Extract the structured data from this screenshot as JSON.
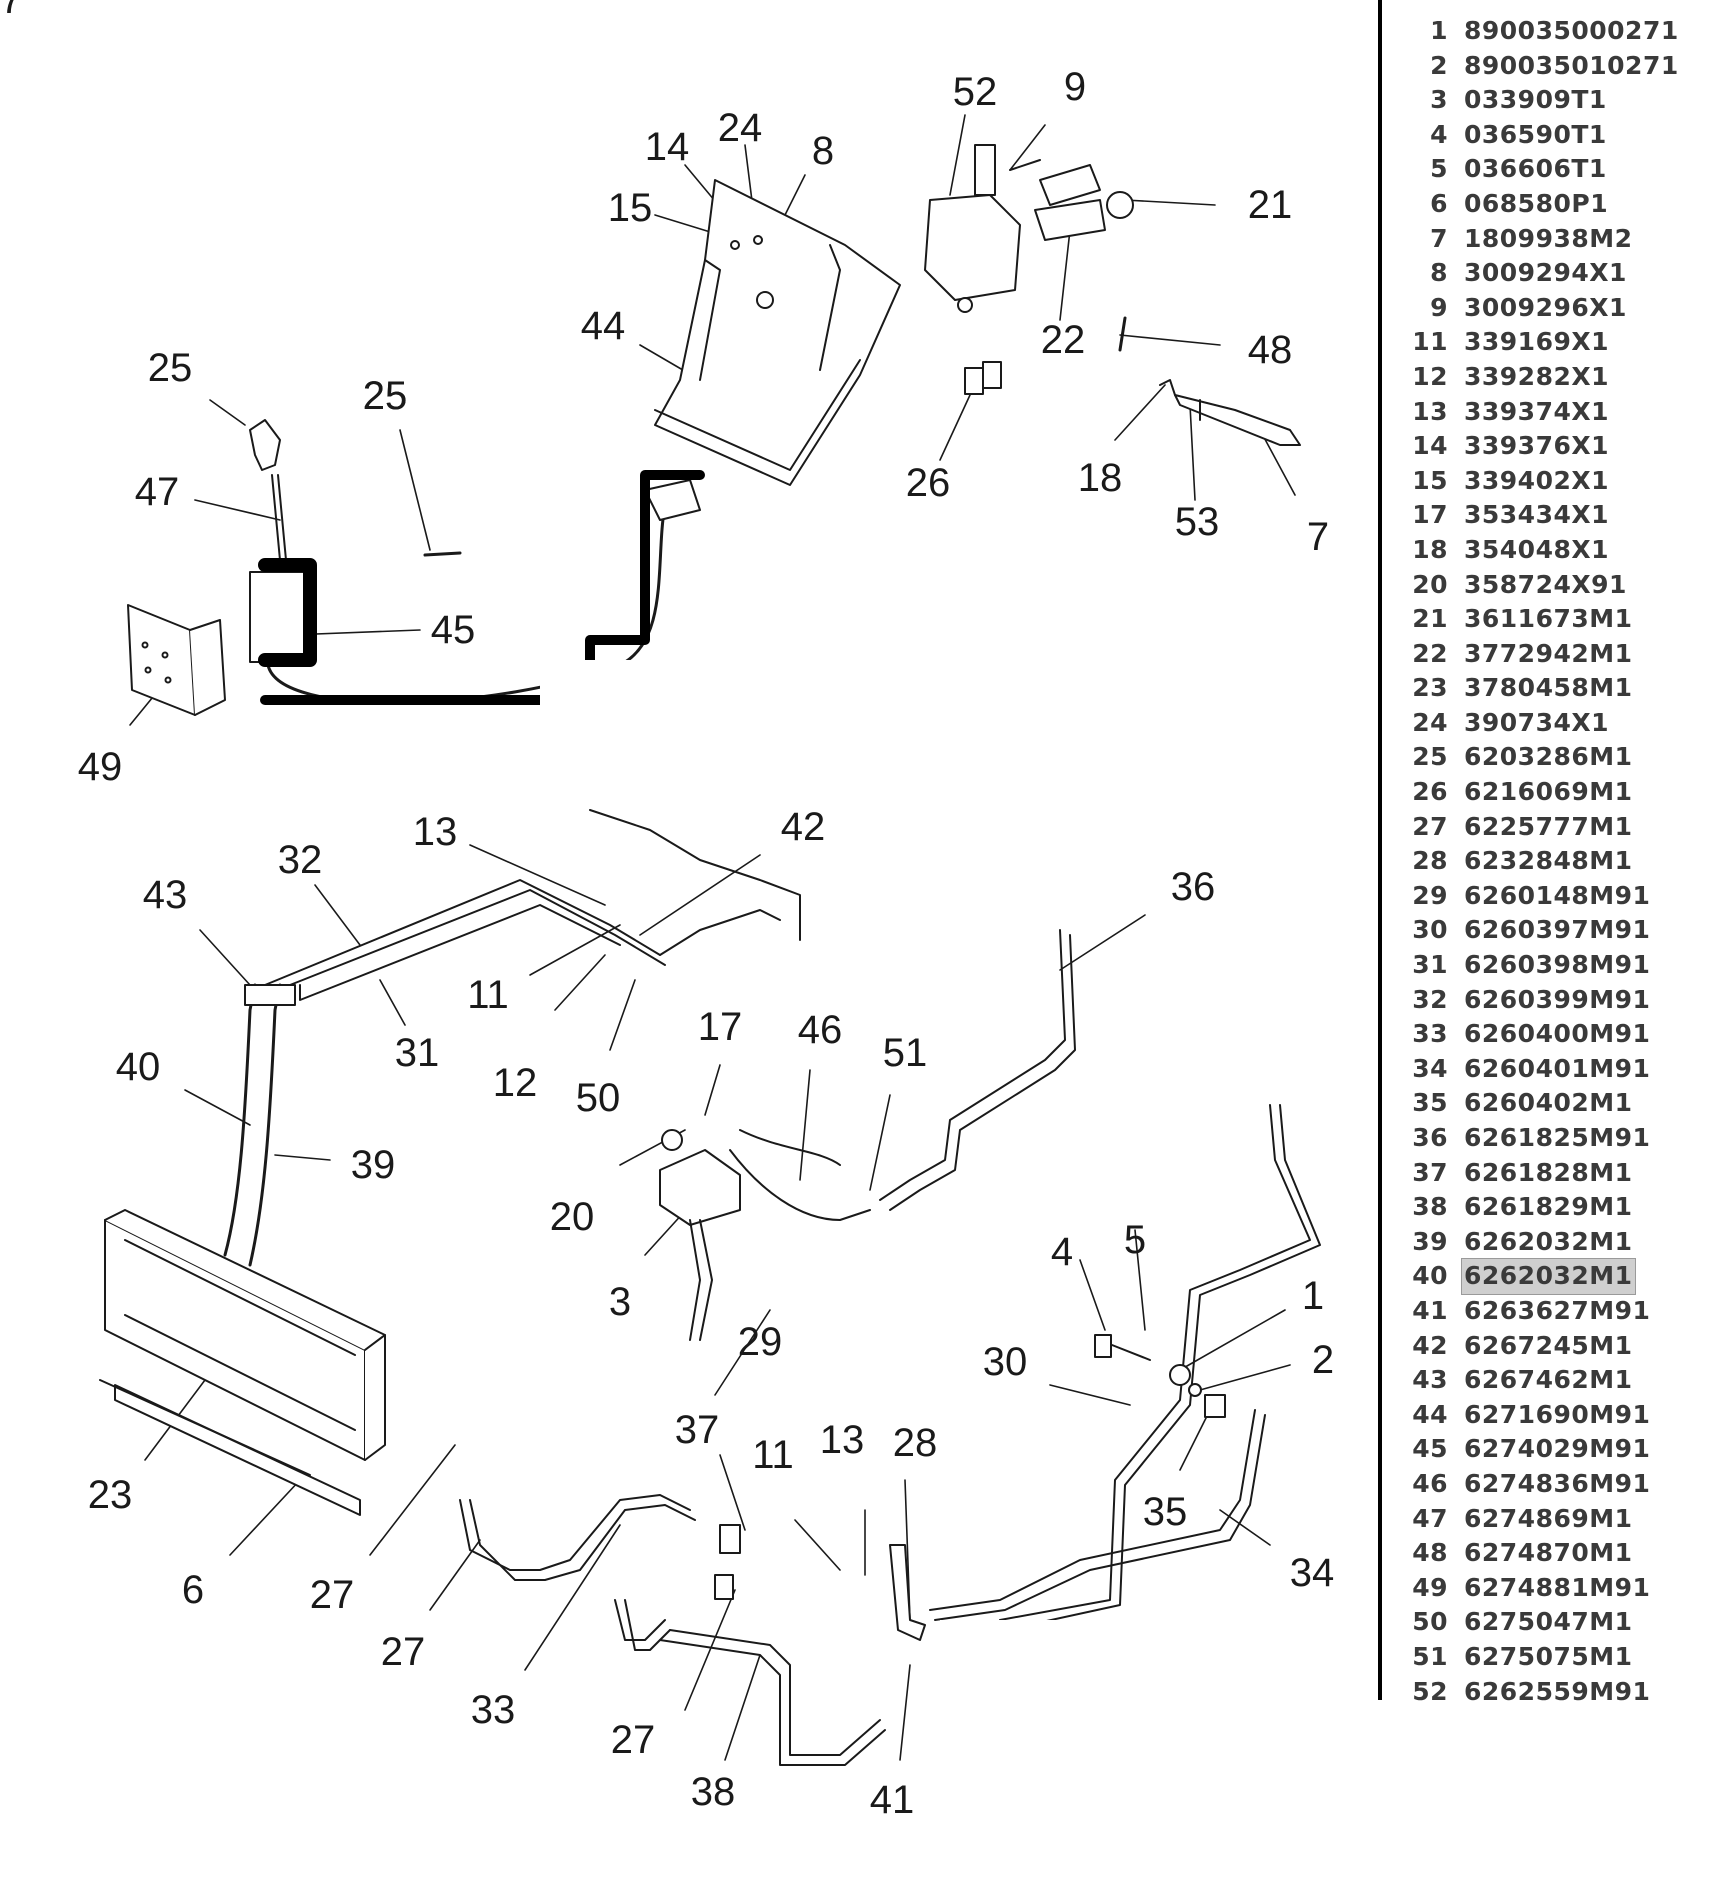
{
  "diagram": {
    "callouts": [
      "52",
      "9",
      "14",
      "24",
      "8",
      "15",
      "21",
      "44",
      "22",
      "25",
      "48",
      "25",
      "26",
      "18",
      "25",
      "47",
      "53",
      "7",
      "45",
      "49",
      "13",
      "42",
      "32",
      "43",
      "36",
      "11",
      "31",
      "12",
      "17",
      "50",
      "46",
      "51",
      "40",
      "39",
      "20",
      "4",
      "5",
      "1",
      "3",
      "29",
      "30",
      "2",
      "37",
      "28",
      "11",
      "13",
      "23",
      "35",
      "34",
      "27",
      "6",
      "27",
      "33",
      "27",
      "38",
      "41",
      "27"
    ]
  },
  "parts_list": {
    "highlighted_index": 36,
    "items": [
      {
        "num": "1",
        "part": "890035000271"
      },
      {
        "num": "2",
        "part": "890035010271"
      },
      {
        "num": "3",
        "part": "033909T1"
      },
      {
        "num": "4",
        "part": "036590T1"
      },
      {
        "num": "5",
        "part": "036606T1"
      },
      {
        "num": "6",
        "part": "068580P1"
      },
      {
        "num": "7",
        "part": "1809938M2"
      },
      {
        "num": "8",
        "part": "3009294X1"
      },
      {
        "num": "9",
        "part": "3009296X1"
      },
      {
        "num": "11",
        "part": "339169X1"
      },
      {
        "num": "12",
        "part": "339282X1"
      },
      {
        "num": "13",
        "part": "339374X1"
      },
      {
        "num": "14",
        "part": "339376X1"
      },
      {
        "num": "15",
        "part": "339402X1"
      },
      {
        "num": "17",
        "part": "353434X1"
      },
      {
        "num": "18",
        "part": "354048X1"
      },
      {
        "num": "20",
        "part": "358724X91"
      },
      {
        "num": "21",
        "part": "3611673M1"
      },
      {
        "num": "22",
        "part": "3772942M1"
      },
      {
        "num": "23",
        "part": "3780458M1"
      },
      {
        "num": "24",
        "part": "390734X1"
      },
      {
        "num": "25",
        "part": "6203286M1"
      },
      {
        "num": "26",
        "part": "6216069M1"
      },
      {
        "num": "27",
        "part": "6225777M1"
      },
      {
        "num": "28",
        "part": "6232848M1"
      },
      {
        "num": "29",
        "part": "6260148M91"
      },
      {
        "num": "30",
        "part": "6260397M91"
      },
      {
        "num": "31",
        "part": "6260398M91"
      },
      {
        "num": "32",
        "part": "6260399M91"
      },
      {
        "num": "33",
        "part": "6260400M91"
      },
      {
        "num": "34",
        "part": "6260401M91"
      },
      {
        "num": "35",
        "part": "6260402M1"
      },
      {
        "num": "36",
        "part": "6261825M91"
      },
      {
        "num": "37",
        "part": "6261828M1"
      },
      {
        "num": "38",
        "part": "6261829M1"
      },
      {
        "num": "39",
        "part": "6262032M1"
      },
      {
        "num": "40",
        "part": "6262032M1"
      },
      {
        "num": "41",
        "part": "6263627M91"
      },
      {
        "num": "42",
        "part": "6267245M1"
      },
      {
        "num": "43",
        "part": "6267462M1"
      },
      {
        "num": "44",
        "part": "6271690M91"
      },
      {
        "num": "45",
        "part": "6274029M91"
      },
      {
        "num": "46",
        "part": "6274836M91"
      },
      {
        "num": "47",
        "part": "6274869M1"
      },
      {
        "num": "48",
        "part": "6274870M1"
      },
      {
        "num": "49",
        "part": "6274881M91"
      },
      {
        "num": "50",
        "part": "6275047M1"
      },
      {
        "num": "51",
        "part": "6275075M1"
      },
      {
        "num": "52",
        "part": "6262559M91"
      }
    ]
  }
}
